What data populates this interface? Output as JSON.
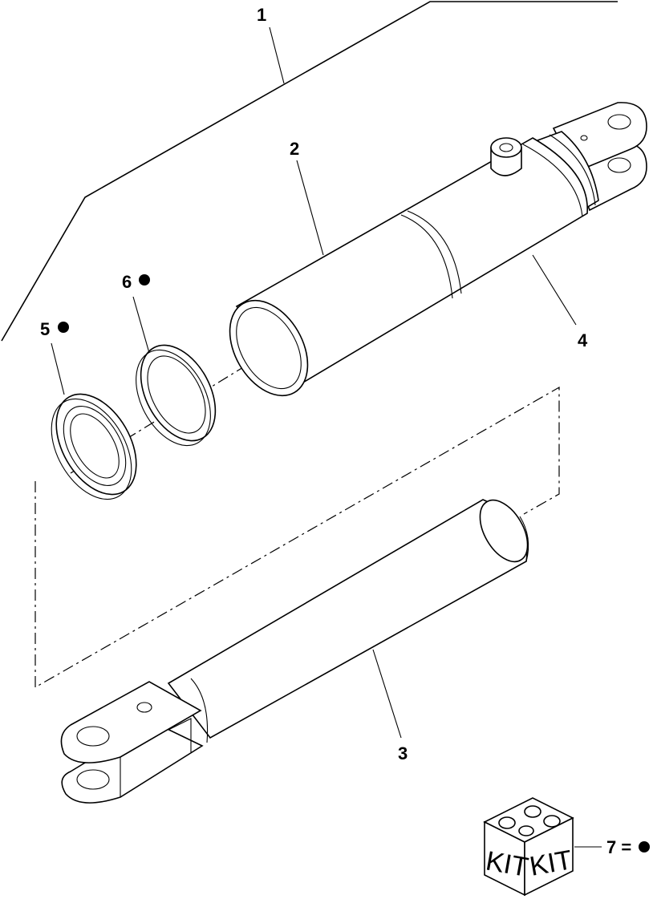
{
  "callouts": [
    {
      "id": "1",
      "text": "1",
      "kit_dot": false
    },
    {
      "id": "2",
      "text": "2",
      "kit_dot": false
    },
    {
      "id": "3",
      "text": "3",
      "kit_dot": false
    },
    {
      "id": "4",
      "text": "4",
      "kit_dot": false
    },
    {
      "id": "5",
      "text": "5",
      "kit_dot": true
    },
    {
      "id": "6",
      "text": "6",
      "kit_dot": true
    }
  ],
  "kit": {
    "box_text_left": "KIT",
    "box_text_right": "KIT",
    "legend": "7 ="
  },
  "colors": {
    "line": "#000000",
    "background": "#ffffff"
  }
}
